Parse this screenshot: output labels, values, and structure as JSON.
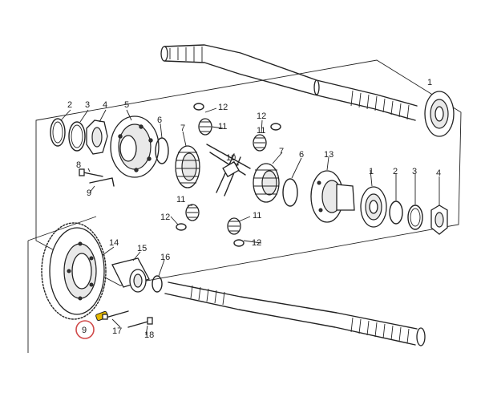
{
  "diagram": {
    "highlight_color": "#d04a4a",
    "highlight_part_color": "#e6b800",
    "labels": {
      "p1_top": "1",
      "p2_left": "2",
      "p3_left": "3",
      "p4_left": "4",
      "p5": "5",
      "p6_left": "6",
      "p7_left": "7",
      "p8": "8",
      "p9_upper": "9",
      "p10": "10",
      "p11_a": "11",
      "p11_b": "11",
      "p11_c": "11",
      "p11_d": "11",
      "p12_a": "12",
      "p12_b": "12",
      "p12_c": "12",
      "p12_d": "12",
      "p7_right": "7",
      "p6_right": "6",
      "p13": "13",
      "p1_right": "1",
      "p2_right": "2",
      "p3_right": "3",
      "p4_right": "4",
      "p14": "14",
      "p15": "15",
      "p16": "16",
      "p9_circled": "9",
      "p17": "17",
      "p18": "18"
    }
  }
}
